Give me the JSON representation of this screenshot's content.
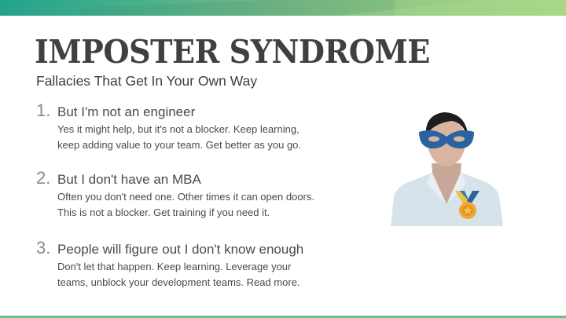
{
  "slide": {
    "title": "IMPOSTER SYNDROME",
    "subtitle": "Fallacies That Get In Your Own Way",
    "items": [
      {
        "number": "1.",
        "heading": "But I'm not an engineer",
        "lines": [
          "Yes it might help, but it's not a blocker. Keep learning,",
          "keep adding value to your team. Get better as you go."
        ]
      },
      {
        "number": "2.",
        "heading": "But I don't have an MBA",
        "lines": [
          "Often you don't need one. Other times it can open doors.",
          "This is not a blocker. Get training if you need it."
        ]
      },
      {
        "number": "3.",
        "heading": "People will figure out I don't know enough",
        "lines": [
          "Don't let that happen. Keep learning. Leverage your",
          "teams, unblock your development teams. Read more."
        ]
      }
    ],
    "illustration": "masked-hero-with-medal",
    "colors": {
      "top_gradient_start": "#22a38c",
      "top_gradient_end": "#a8d484",
      "bottom_bar": "#6ebd88",
      "title": "#404040",
      "mask": "#2a63a0",
      "medal": "#f0a830"
    }
  }
}
